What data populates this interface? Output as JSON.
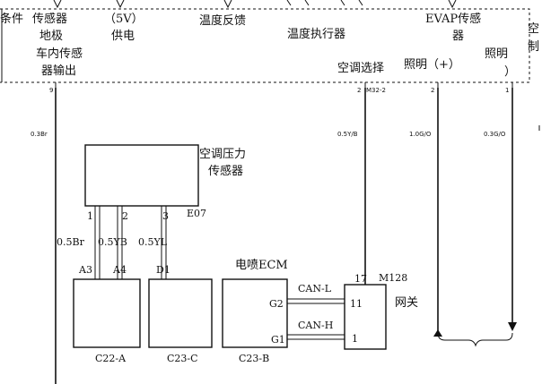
{
  "header_labels": {
    "edge_left": "条件",
    "sensor_ground": "传感器",
    "sensor_ground_2": "地极",
    "incar_sensor": "车内传感",
    "incar_sensor_2": "器输出",
    "power_5v": "（5V）",
    "power_5v_2": "供电",
    "temp_feedback": "温度反馈",
    "temp_actuator": "温度执行器",
    "evap_sensor": "EVAP传感",
    "evap_sensor_2": "器",
    "edge_right": "空",
    "edge_right_2": "制",
    "ac_select": "空调选择",
    "illum_plus": "照明（+）",
    "illum": "照明",
    "illum_paren": "）"
  },
  "connector_pins": {
    "pin_9": "9",
    "pin_2a": "2",
    "conn_m32": "M32-2",
    "pin_2b": "2",
    "pin_1": "1"
  },
  "wire_labels": {
    "w_left": "0.3Br",
    "w_ac": "0.5Y/B",
    "w_illum_plus": "1.0G/O",
    "w_illum": "0.3G/O",
    "w_p1": "0.5Br",
    "w_p2": "0.5YB",
    "w_p3": "0.5YL"
  },
  "pressure_sensor": {
    "name": "空调压力",
    "name_2": "传感器",
    "connector": "E07",
    "pin1": "1",
    "pin2": "2",
    "pin3": "3"
  },
  "modules": {
    "c22a_pin_a3": "A3",
    "c22a_pin_a4": "A4",
    "c22a_name": "C22-A",
    "c23c_pin_d1": "D1",
    "c23c_name": "C23-C",
    "ecm_title": "电喷ECM",
    "ecm_pin_g2": "G2",
    "ecm_pin_g1": "G1",
    "ecm_name": "C23-B",
    "can_l": "CAN-L",
    "can_h": "CAN-H",
    "gw_pin_17": "17",
    "gw_conn": "M128",
    "gw_pin_11": "11",
    "gw_pin_1": "1",
    "gw_name": "网关"
  }
}
